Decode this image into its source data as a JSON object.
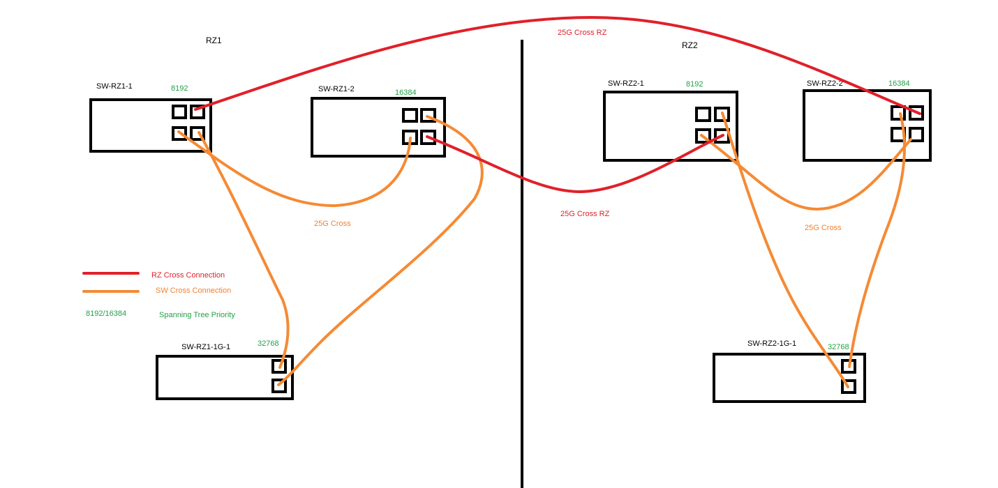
{
  "zones": {
    "left": "RZ1",
    "right": "RZ2"
  },
  "switches": {
    "rz1_1": {
      "name": "SW-RZ1-1",
      "priority": "8192"
    },
    "rz1_2": {
      "name": "SW-RZ1-2",
      "priority": "16384"
    },
    "rz2_1": {
      "name": "SW-RZ2-1",
      "priority": "8192"
    },
    "rz2_2": {
      "name": "SW-RZ2-2",
      "priority": "16384"
    },
    "rz1_1g": {
      "name": "SW-RZ1-1G-1",
      "priority": "32768"
    },
    "rz2_1g": {
      "name": "SW-RZ2-1G-1",
      "priority": "32768"
    }
  },
  "connections": {
    "cross_rz_top": "25G Cross RZ",
    "cross_rz_middle": "25G Cross RZ",
    "cross_left": "25G Cross",
    "cross_right": "25G Cross"
  },
  "legend": {
    "rz_cross": "RZ Cross Connection",
    "sw_cross": "SW Cross Connection",
    "priority_values": "8192/16384",
    "priority_label": "Spanning Tree Priority"
  },
  "colors": {
    "rz_cross": "#e0202a",
    "sw_cross": "#f58a34",
    "priority": "#22a046"
  }
}
